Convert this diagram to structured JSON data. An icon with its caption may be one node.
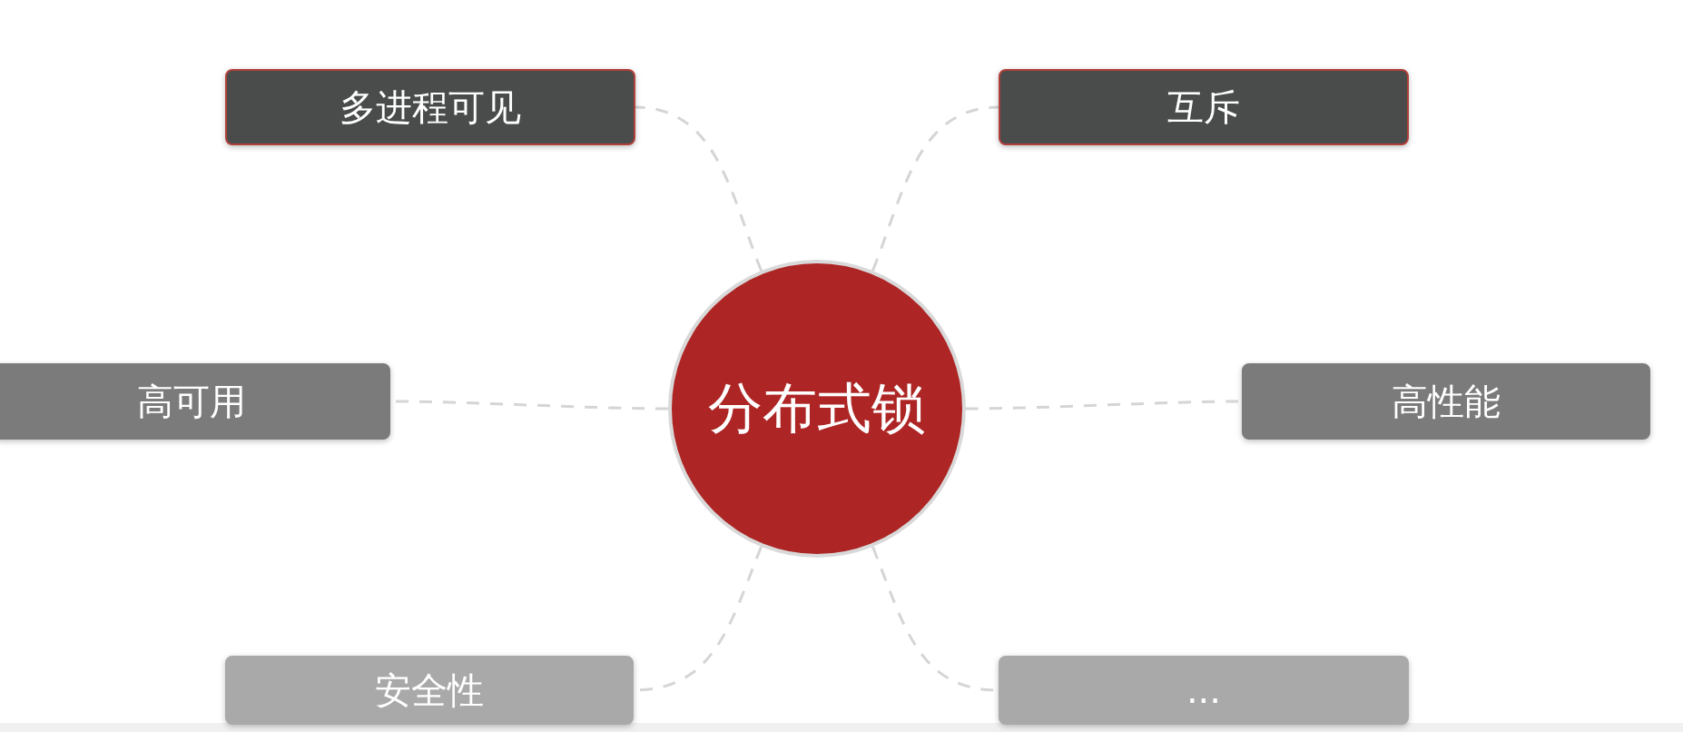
{
  "diagram": {
    "nodes": [
      {
        "text": [
          "多进程可见"
        ]
      },
      {
        "text": [
          "互斥"
        ]
      },
      {
        "text": [
          "高可用"
        ]
      },
      {
        "text": [
          "分布式锁"
        ]
      },
      {
        "text": [
          "高性能"
        ]
      },
      {
        "text": [
          "安全性"
        ]
      },
      {
        "text": [
          "..."
        ]
      }
    ],
    "edges": [
      {
        "from": 3,
        "to": 0,
        "arrow": "none",
        "style": "dashed"
      },
      {
        "from": 3,
        "to": 1,
        "arrow": "none",
        "style": "dashed"
      },
      {
        "from": 3,
        "to": 2,
        "arrow": "none",
        "style": "dashed"
      },
      {
        "from": 3,
        "to": 4,
        "arrow": "none",
        "style": "dashed"
      },
      {
        "from": 3,
        "to": 5,
        "arrow": "none",
        "style": "dashed"
      },
      {
        "from": 3,
        "to": 6,
        "arrow": "none",
        "style": "dashed"
      }
    ]
  }
}
